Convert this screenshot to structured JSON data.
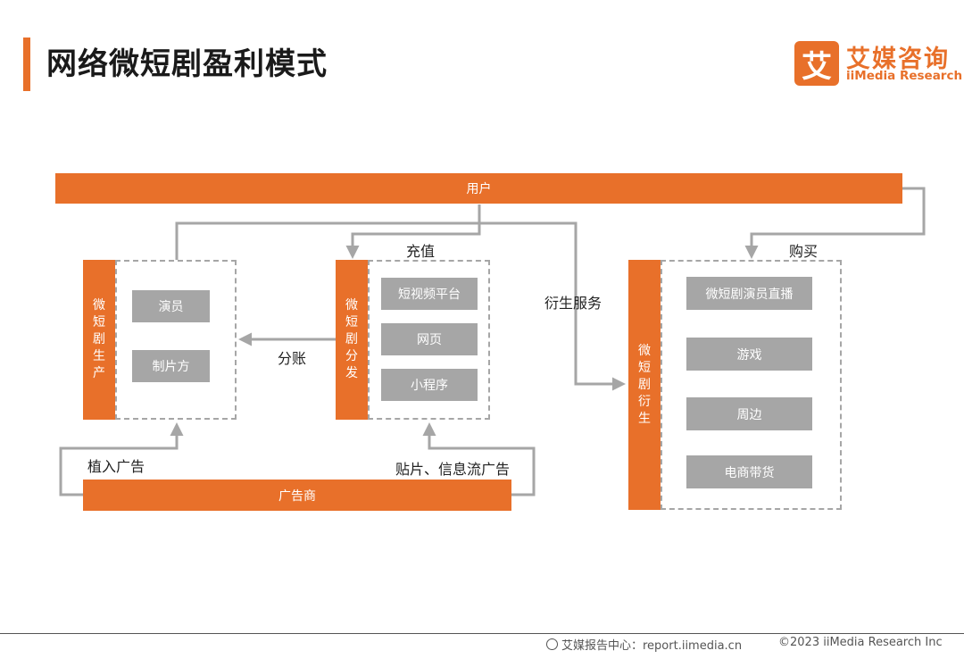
{
  "header": {
    "title": "网络微短剧盈利模式",
    "logo_glyph": "艾",
    "logo_cn": "艾媒咨询",
    "logo_en": "iiMedia Research"
  },
  "diagram": {
    "user_bar": "用户",
    "advertiser_bar": "广告商",
    "production": {
      "label": "微短剧生产",
      "items": [
        "演员",
        "制片方"
      ]
    },
    "distribution": {
      "label": "微短剧分发",
      "items": [
        "短视频平台",
        "网页",
        "小程序"
      ]
    },
    "derivative": {
      "label": "微短剧衍生",
      "items": [
        "微短剧演员直播",
        "游戏",
        "周边",
        "电商带货"
      ]
    },
    "edges": {
      "recharge": "充值",
      "revenue_share": "分账",
      "derivative_service": "衍生服务",
      "purchase": "购买",
      "product_placement": "植入广告",
      "patch_feed_ads": "贴片、信息流广告"
    }
  },
  "footer": {
    "source": "艾媒报告中心：report.iimedia.cn",
    "copyright": "©2023  iiMedia Research Inc"
  }
}
